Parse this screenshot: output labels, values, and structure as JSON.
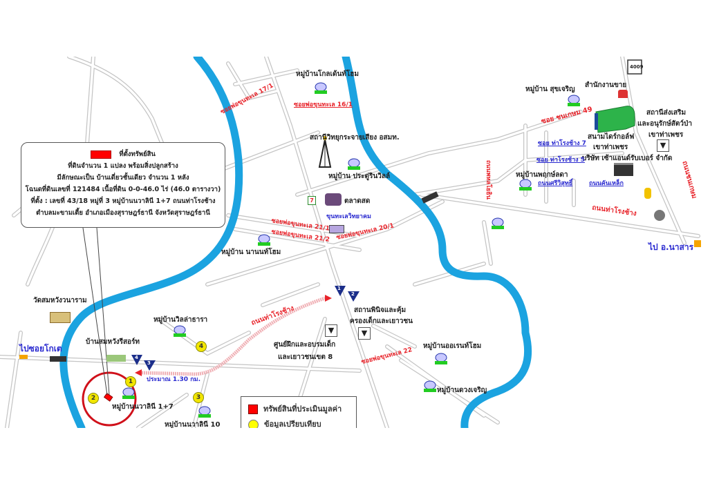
{
  "map": {
    "callout": {
      "legend_title": "ที่ตั้งทรัพย์สิน",
      "lines": [
        "ที่ดินจำนวน 1 แปลง พร้อมสิ่งปลูกสร้าง",
        "มีลักษณะเป็น บ้านเดี่ยวชั้นเดียว จำนวน 1 หลัง",
        "โฉนดที่ดินเลขที่ 121484  เนื้อที่ดิน 0-0-46.0 ไร่ (46.0 ตารางวา)",
        "ที่ตั้ง : เลขที่ 43/18 หมู่ที่ 3 หมู่บ้านนวาลินี 1+7 ถนนท่าโรงช้าง",
        "ตำบลมะขามเตี้ย  อำเภอเมืองสุราษฎร์ธานี  จังหวัดสุราษฎร์ธานี"
      ]
    },
    "legend": {
      "items": [
        {
          "label": "ทรัพย์สินที่ประเมินมูลค่า",
          "symbol": "red-square",
          "color": "#ff0000"
        },
        {
          "label": "ข้อมูลเปรียบเทียบ",
          "symbol": "yellow-circle",
          "color": "#ffff00"
        }
      ]
    },
    "labels": {
      "golden_home": "หมู่บ้านโกลเด้นท์โฮม",
      "soi_17_1": "ซอยพ่อขุนทะเล 17/1",
      "soi_16_1": "ซอยพ่อขุนทะเล 16/1",
      "radio_station": "สถานีวิทยุกระจายเสียง อสมท.",
      "pradu_rin": "หมู่บ้าน ประดู่รินวิลล์",
      "market": "ตลาดสด",
      "school": "ขุนทะเลวิทยาคม",
      "soi_21_1": "ซอยพ่อขุนทะเล 21/1",
      "soi_21_2": "ซอยพ่อขุนทะเล 21/2",
      "soi_20_1": "ซอยพ่อขุนทะเล 20/1",
      "nanon_home": "หมู่บ้าน นานนท์โฮม",
      "suk_charoen": "หมู่บ้าน สุขเจริญ",
      "sales_office": "สำนักงานขาย",
      "soi_49": "ซอย ชนเกษม 49",
      "wildlife": "สถานีส่งเสริม",
      "wildlife2": "และอนุรักษ์สัตว์ป่า",
      "wildlife3": "เขาท่าเพชร",
      "golf": "สนามไดร์กอล์ฟ",
      "golf2": "เขาท่าเพชร",
      "company": "บริษัท เซ้าแอนด์รับเบอร์ จำกัด",
      "soi_7": "ซอย ท่าโรงช้าง 7",
      "soi_5": "ซอย ท่าโรงช้าง 5",
      "phruk_village": "หมู่บ้านพฤกษ์ลดา",
      "sriwisut": "ถนนศรีวิสุทธิ์",
      "kanlek": "ถนนคันเหล็ก",
      "phahon": "ถนนพหลโยธิน",
      "chonkasem": "ถนนชนเกษม",
      "tha_rong_chang_e": "ถนนท่าโรงช้าง",
      "to_nasan": "ไป อ.นาสาร",
      "wat": "วัดสมหวังวนาราม",
      "to_soi_khothe": "ไปซอยโกเต",
      "resort": "บ้านสมหวังรีสอร์ท",
      "wila": "หมู่บ้านวิลล่าธารา",
      "tha_rong_chang_w": "ถนนท่าโรงช้าง",
      "distance": "ประมาณ 1.30 กม.",
      "nawalinee": "หมู่บ้านนวาลินี 1+7",
      "nawalinee10": "หมู่บ้านนวาลินี 10",
      "juvenile_station": "สถานพินิจและคุ้ม",
      "juvenile_station2": "ครองเด็กและเยาวชน",
      "training_center": "ศูนย์ฝึกและอบรมเด็ก",
      "training_center2": "และเยาวชนเขต 8",
      "soi_22": "ซอยพ่อขุนทะเล 22",
      "orenda": "หมู่บ้านออเรนท์โฮม",
      "duang_charoen": "หมู่บ้านดวงเจริญ",
      "route_4009": "4009"
    },
    "markers": {
      "comparables": [
        "1",
        "2",
        "3",
        "4"
      ],
      "turns": [
        "1",
        "2",
        "3",
        "4"
      ]
    },
    "colors": {
      "river": "#1ba3e0",
      "road": "#bdbdbd",
      "label_red": "#e8232a",
      "label_blue": "#2a2ad0",
      "route_pink": "#f2b3b8",
      "highlight_circle": "#d0101a"
    }
  }
}
